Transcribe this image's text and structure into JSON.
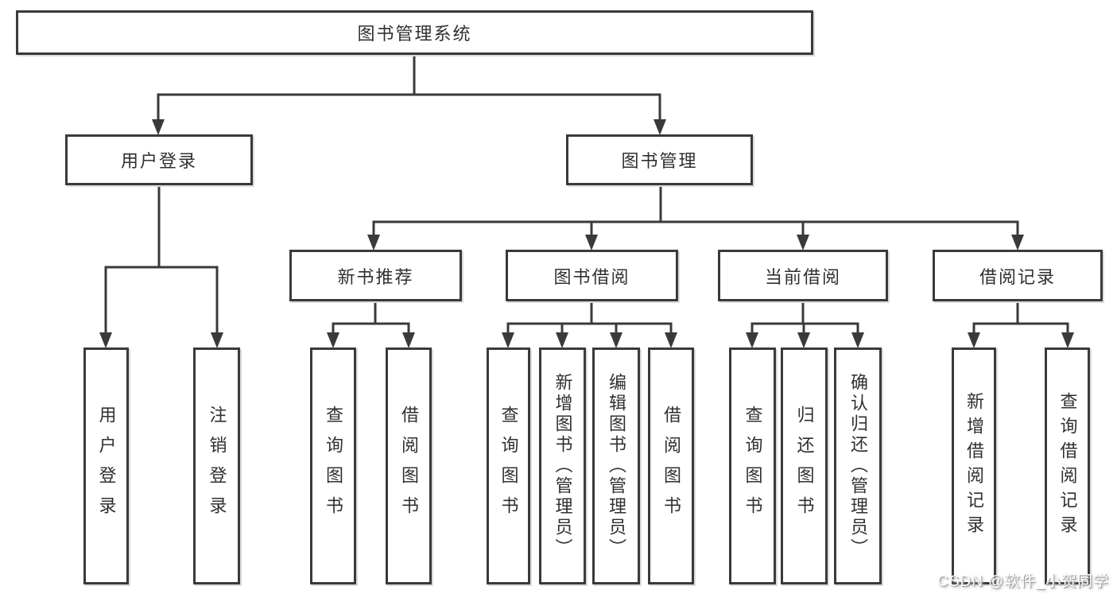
{
  "nodes": {
    "root": {
      "label": "图书管理系统"
    },
    "user_login": {
      "label": "用户登录"
    },
    "book_management": {
      "label": "图书管理"
    },
    "new_book_recommend": {
      "label": "新书推荐"
    },
    "book_borrow": {
      "label": "图书借阅"
    },
    "current_borrow": {
      "label": "当前借阅"
    },
    "borrow_records": {
      "label": "借阅记录"
    },
    "leaf_user_login": {
      "label": "用户登录"
    },
    "leaf_logout": {
      "label": "注销登录"
    },
    "leaf_nb_query_book": {
      "label": "查询图书"
    },
    "leaf_nb_borrow_book": {
      "label": "借阅图书"
    },
    "leaf_bb_query_book": {
      "label": "查询图书"
    },
    "leaf_bb_add_book": {
      "label": "新增图书（管理员）"
    },
    "leaf_bb_edit_book": {
      "label": "编辑图书（管理员）"
    },
    "leaf_bb_borrow_book": {
      "label": "借阅图书"
    },
    "leaf_cb_query_book": {
      "label": "查询图书"
    },
    "leaf_cb_return_book": {
      "label": "归还图书"
    },
    "leaf_cb_confirm_return": {
      "label": "确认归还（管理员）"
    },
    "leaf_br_add_record": {
      "label": "新增借阅记录"
    },
    "leaf_br_query_record": {
      "label": "查询借阅记录"
    }
  },
  "watermark": {
    "text": "CSDN @软件_小贺同学"
  },
  "colors": {
    "line": "#3a3a3a",
    "box_fill": "#ffffff",
    "text": "#303030",
    "watermark": "#ffffff",
    "watermark_shadow": "#9c9c9c"
  }
}
